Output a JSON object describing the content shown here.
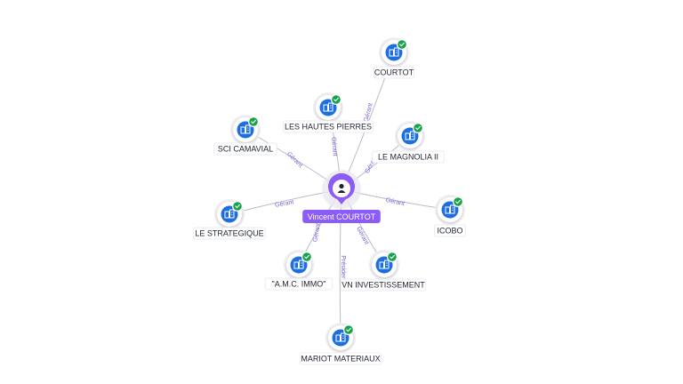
{
  "colors": {
    "accent": "#8b5cf6",
    "company_icon": "#1d6fe0",
    "check_badge": "#16a34a",
    "edge": "#b9bcc7",
    "edge_label": "#7b61d6"
  },
  "center": {
    "name": "Vincent COURTOT",
    "icon": "person-icon"
  },
  "nodes": [
    {
      "id": "courtot",
      "label": "COURTOT",
      "edge_label": "Gérant",
      "icon": "company-icon",
      "badge": "check-icon"
    },
    {
      "id": "les-hautes-pierres",
      "label": "LES HAUTES PIERRES",
      "edge_label": "Gérant",
      "icon": "company-icon",
      "badge": "check-icon"
    },
    {
      "id": "le-magnolia-ii",
      "label": "LE MAGNOLIA II",
      "edge_label": "Gérant",
      "icon": "company-icon",
      "badge": "check-icon"
    },
    {
      "id": "sci-camavial",
      "label": "SCI CAMAVIAL",
      "edge_label": "Gérant",
      "icon": "company-icon",
      "badge": "check-icon"
    },
    {
      "id": "le-strategique",
      "label": "LE STRATEGIQUE",
      "edge_label": "Gérant",
      "icon": "company-icon",
      "badge": "check-icon"
    },
    {
      "id": "icobo",
      "label": "ICOBO",
      "edge_label": "Gérant",
      "icon": "company-icon",
      "badge": "check-icon"
    },
    {
      "id": "amc-immo",
      "label": "\"A.M.C. IMMO\"",
      "edge_label": "Gérant",
      "icon": "company-icon",
      "badge": "check-icon"
    },
    {
      "id": "vn-investissement",
      "label": "VN INVESTISSEMENT",
      "edge_label": "Gérant",
      "icon": "company-icon",
      "badge": "check-icon"
    },
    {
      "id": "mariot-materiaux",
      "label": "MARIOT MATERIAUX",
      "edge_label": "Président",
      "icon": "company-icon",
      "badge": "check-icon"
    }
  ]
}
